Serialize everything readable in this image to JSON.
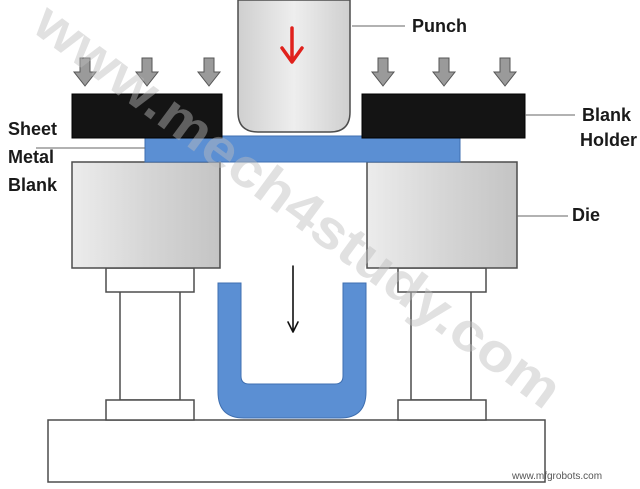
{
  "labels": {
    "punch": "Punch",
    "blank_holder_line1": "Blank",
    "blank_holder_line2": "Holder",
    "sheet_line1": "Sheet",
    "sheet_line2": "Metal",
    "sheet_line3": "Blank",
    "die": "Die"
  },
  "watermark": "www.mech4study.com",
  "credit": "www.mfgrobots.com",
  "icons": {
    "punch_direction": "red-down-arrow-icon",
    "holder_force": "gray-down-arrow-icon",
    "cup_direction": "black-down-arrow-icon"
  },
  "colors": {
    "sheet_metal": "#5b8fd3",
    "sheet_metal_edge": "#3f6fb0",
    "punch_arrow": "#e0211c",
    "blank_holder": "#141414",
    "die": "#dcdcdc",
    "punch": "#dedede",
    "base": "#ffffff"
  }
}
